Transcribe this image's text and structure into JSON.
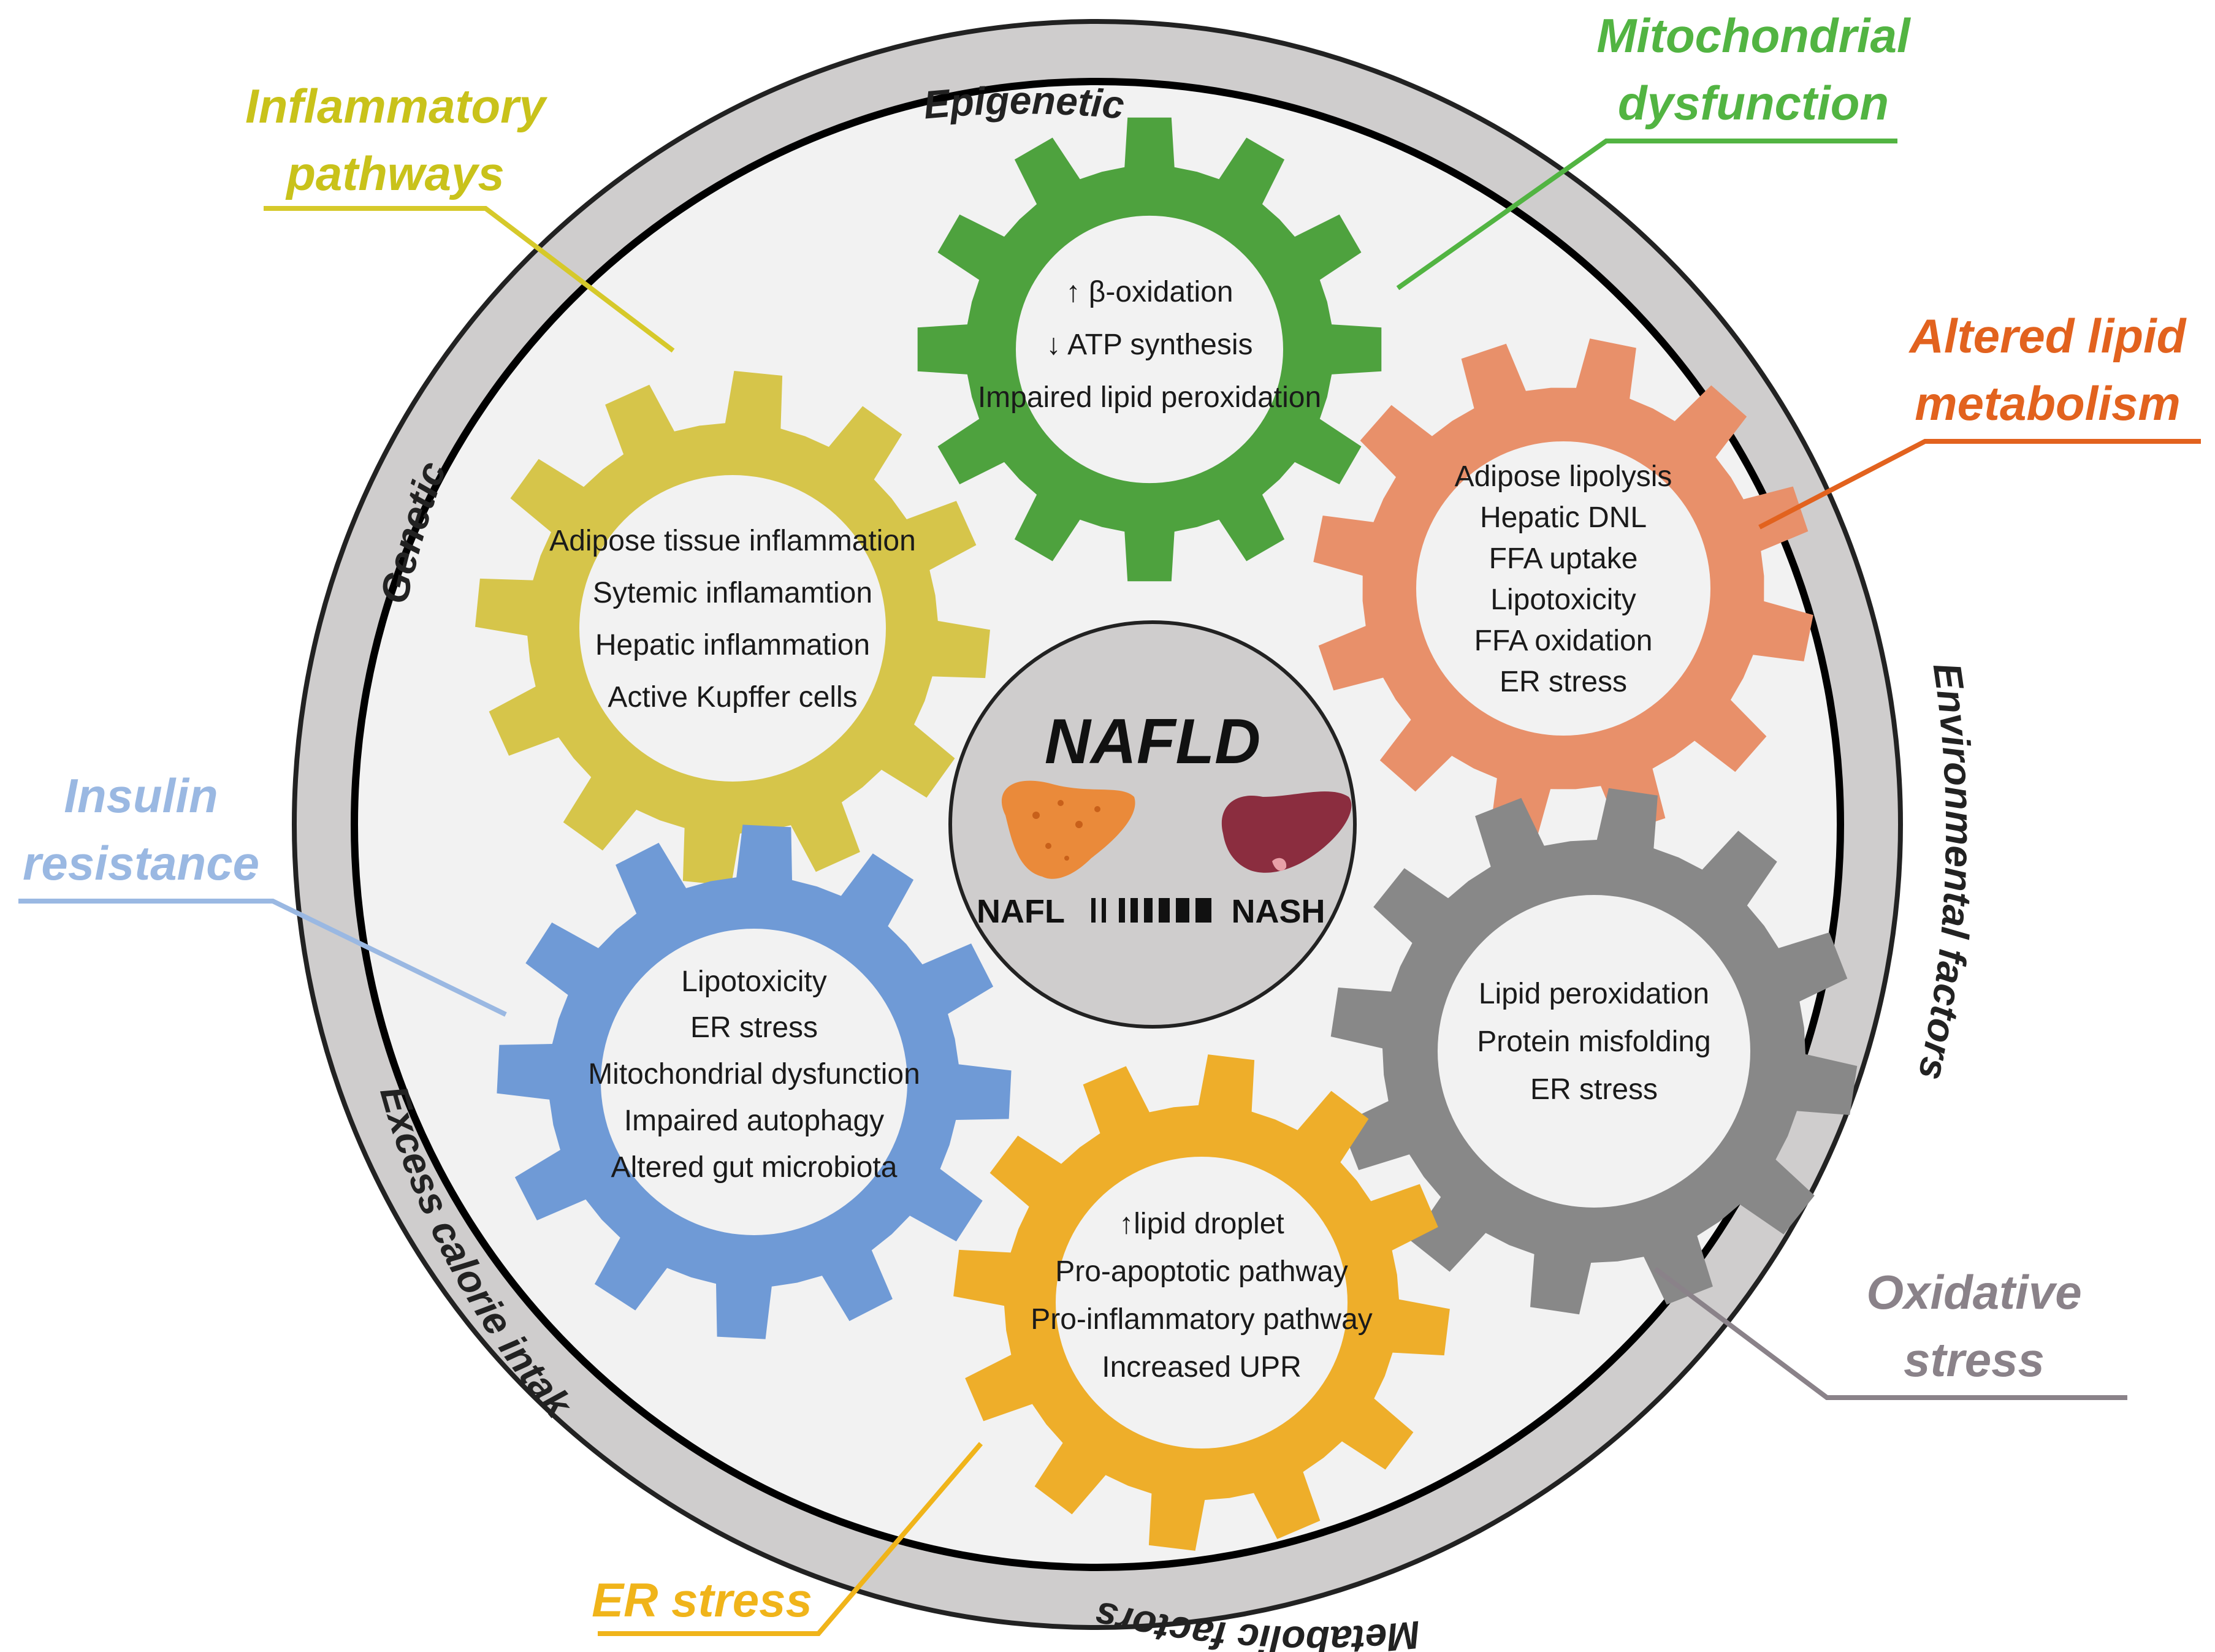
{
  "ring": {
    "epigenetic": "Epigenetic",
    "genetic": "Genetic",
    "environmental": "Environmental factors",
    "metabolic": "Metabolic factors",
    "excess": "Excess calorie intak"
  },
  "center": {
    "title": "NAFLD",
    "left": "NAFL",
    "right": "NASH"
  },
  "gears": {
    "mitochondrial": {
      "color": "#4ea23e",
      "lines": [
        "↑ β-oxidation",
        "↓ ATP synthesis",
        "Impaired lipid peroxidation"
      ]
    },
    "inflammatory": {
      "color": "#d6c54a",
      "lines": [
        "Adipose tissue inflammation",
        "Sytemic inflamamtion",
        "Hepatic inflammation",
        "Active Kupffer cells"
      ]
    },
    "lipid": {
      "color": "#e8906a",
      "lines": [
        "Adipose lipolysis",
        "Hepatic DNL",
        "FFA uptake",
        "Lipotoxicity",
        "FFA oxidation",
        "ER stress"
      ]
    },
    "insulin": {
      "color": "#6f9ad6",
      "lines": [
        "Lipotoxicity",
        "ER stress",
        "Mitochondrial dysfunction",
        "Impaired autophagy",
        "Altered gut microbiota"
      ]
    },
    "oxidative": {
      "color": "#888888",
      "lines": [
        "Lipid peroxidation",
        "Protein misfolding",
        "ER stress"
      ]
    },
    "er": {
      "color": "#eeae2a",
      "lines": [
        "↑lipid droplet",
        "Pro-apoptotic pathway",
        "Pro-inflammatory pathway",
        "Increased UPR"
      ]
    }
  },
  "labels": {
    "inflammatory": {
      "line1": "Inflammatory",
      "line2": "pathways",
      "color": "#c9c21a"
    },
    "mitochondrial": {
      "line1": "Mitochondrial",
      "line2": "dysfunction",
      "color": "#52b442"
    },
    "lipid": {
      "line1": "Altered lipid",
      "line2": "metabolism",
      "color": "#e2621e"
    },
    "insulin": {
      "line1": "Insulin",
      "line2": "resistance",
      "color": "#9ab8e2"
    },
    "oxidative": {
      "line1": "Oxidative",
      "line2": "stress",
      "color": "#8a8289"
    },
    "er": {
      "line1": "ER stress",
      "color": "#f0b41a"
    }
  }
}
